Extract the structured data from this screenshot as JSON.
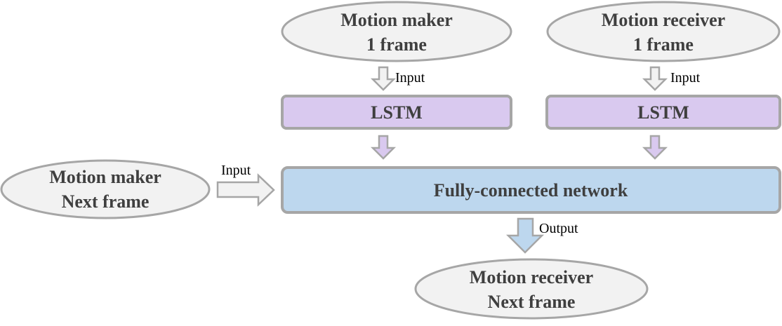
{
  "colors": {
    "ellipse_fill": "#f2f2f2",
    "ellipse_stroke": "#a6a6a6",
    "lstm_fill": "#d9c9ef",
    "fc_fill": "#bdd7ee",
    "box_stroke": "#a6a6a6",
    "text": "#3f3f3f"
  },
  "nodes": {
    "maker_1frame": {
      "line1": "Motion maker",
      "line2": "1 frame"
    },
    "receiver_1frame": {
      "line1": "Motion receiver",
      "line2": "1 frame"
    },
    "lstm_left": {
      "label": "LSTM"
    },
    "lstm_right": {
      "label": "LSTM"
    },
    "fc": {
      "label": "Fully-connected network"
    },
    "maker_next": {
      "line1": "Motion maker",
      "line2": "Next frame"
    },
    "receiver_next": {
      "line1": "Motion receiver",
      "line2": "Next frame"
    }
  },
  "edges": {
    "input_left": "Input",
    "input_right": "Input",
    "input_side": "Input",
    "output": "Output"
  }
}
